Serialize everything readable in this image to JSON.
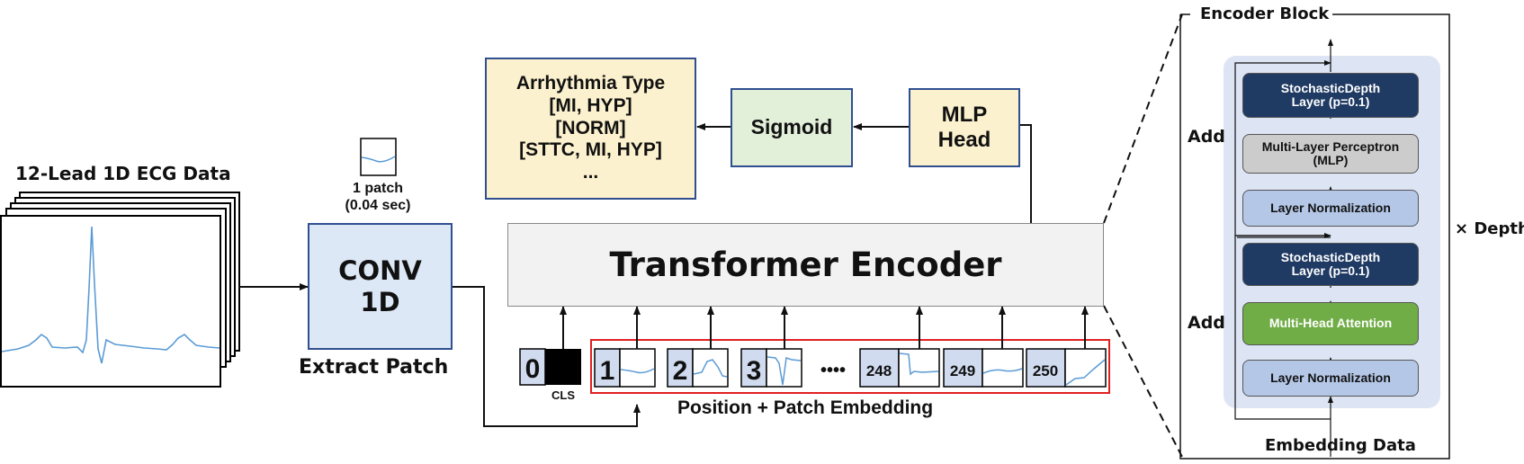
{
  "ecg": {
    "title": "12-Lead 1D ECG Data"
  },
  "patch": {
    "label_line1": "1 patch",
    "label_line2": "(0.04 sec)"
  },
  "conv": {
    "line1": "CONV",
    "line2": "1D",
    "caption": "Extract Patch"
  },
  "output": {
    "lines": [
      "Arrhythmia Type",
      "[MI, HYP]",
      "[NORM]",
      "[STTC, MI,  HYP]",
      "..."
    ]
  },
  "sigmoid": {
    "label": "Sigmoid"
  },
  "mlp_head": {
    "line1": "MLP",
    "line2": "Head"
  },
  "transformer": {
    "label": "Transformer Encoder"
  },
  "embedding": {
    "cls_index": "0",
    "cls_label": "CLS",
    "tokens": [
      "1",
      "2",
      "3",
      "248",
      "249",
      "250"
    ],
    "ellipsis": "••••",
    "caption": "Position + Patch Embedding"
  },
  "encoder_block": {
    "title": "Encoder Block",
    "add_label_top": "Add",
    "add_label_bottom": "Add",
    "depth_label": "× Depth",
    "input_label": "Embedding Data",
    "layers": {
      "stoch_top": [
        "StochasticDepth",
        "Layer (p=0.1)"
      ],
      "mlp": [
        "Multi-Layer Perceptron",
        "(MLP)"
      ],
      "norm_top": [
        "Layer Normalization"
      ],
      "stoch_bottom": [
        "StochasticDepth",
        "Layer (p=0.1)"
      ],
      "attention": [
        "Multi-Head Attention"
      ],
      "norm_bottom": [
        "Layer Normalization"
      ]
    }
  },
  "colors": {
    "conv_fill": "#dde8f6",
    "output_fill": "#fcf1ce",
    "sigmoid_fill": "#e2efd9",
    "transformer_fill": "#f2f2f2",
    "embedding_border": "#e02020",
    "token_fill": "#d0dbef",
    "encoder_panel": "#dde5f4",
    "stoch_fill": "#1f3a63",
    "mlp_fill": "#cccccc",
    "norm_fill": "#b4c7e7",
    "attention_fill": "#70ad47",
    "signal": "#5b9bd5"
  }
}
